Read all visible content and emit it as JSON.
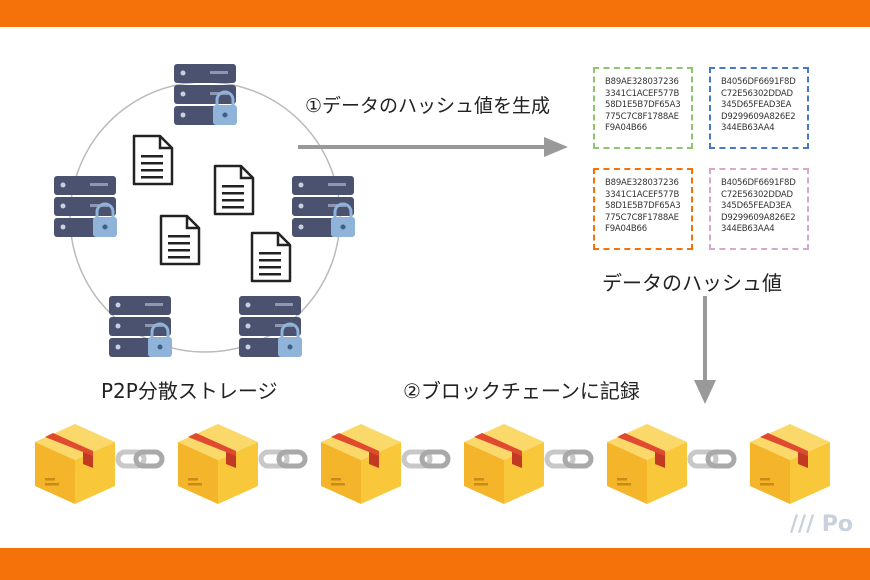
{
  "colors": {
    "accent_bar": "#f5720a",
    "server": "#4a5270",
    "lock": "#8fb3d9",
    "arrow": "#999999",
    "box_face": "#f8c83a",
    "box_tape": "#e04a2f",
    "chain": "#c8c8c8"
  },
  "labels": {
    "step1": "①データのハッシュ値を生成",
    "storage": "P2P分散ストレージ",
    "hash_caption": "データのハッシュ値",
    "step2": "②ブロックチェーンに記録",
    "watermark": "/// Po"
  },
  "hash_boxes": [
    {
      "border_color": "#8dc66e",
      "lines": [
        "B89AE328037236",
        "3341C1ACEF577B",
        "58D1E5B7DF65A3",
        "775C7C8F1788AE",
        "F9A04B66"
      ]
    },
    {
      "border_color": "#4a78c8",
      "lines": [
        "B4056DF6691F8D",
        "C72E56302DDAD",
        "345D65FEAD3EA",
        "D9299609A826E2",
        "344EB63AA4"
      ]
    },
    {
      "border_color": "#f5720a",
      "lines": [
        "B89AE328037236",
        "3341C1ACEF577B",
        "58D1E5B7DF65A3",
        "775C7C8F1788AE",
        "F9A04B66"
      ]
    },
    {
      "border_color": "#d8a8c8",
      "lines": [
        "B4056DF6691F8D",
        "C72E56302DDAD",
        "345D65FEAD3EA",
        "D9299609A826E2",
        "344EB63AA4"
      ]
    }
  ],
  "icons": {
    "server": "server-icon",
    "lock": "lock-icon",
    "document": "document-icon",
    "box": "box-icon",
    "chain": "chain-link-icon",
    "arrow_right": "arrow-right-icon",
    "arrow_down": "arrow-down-icon"
  }
}
